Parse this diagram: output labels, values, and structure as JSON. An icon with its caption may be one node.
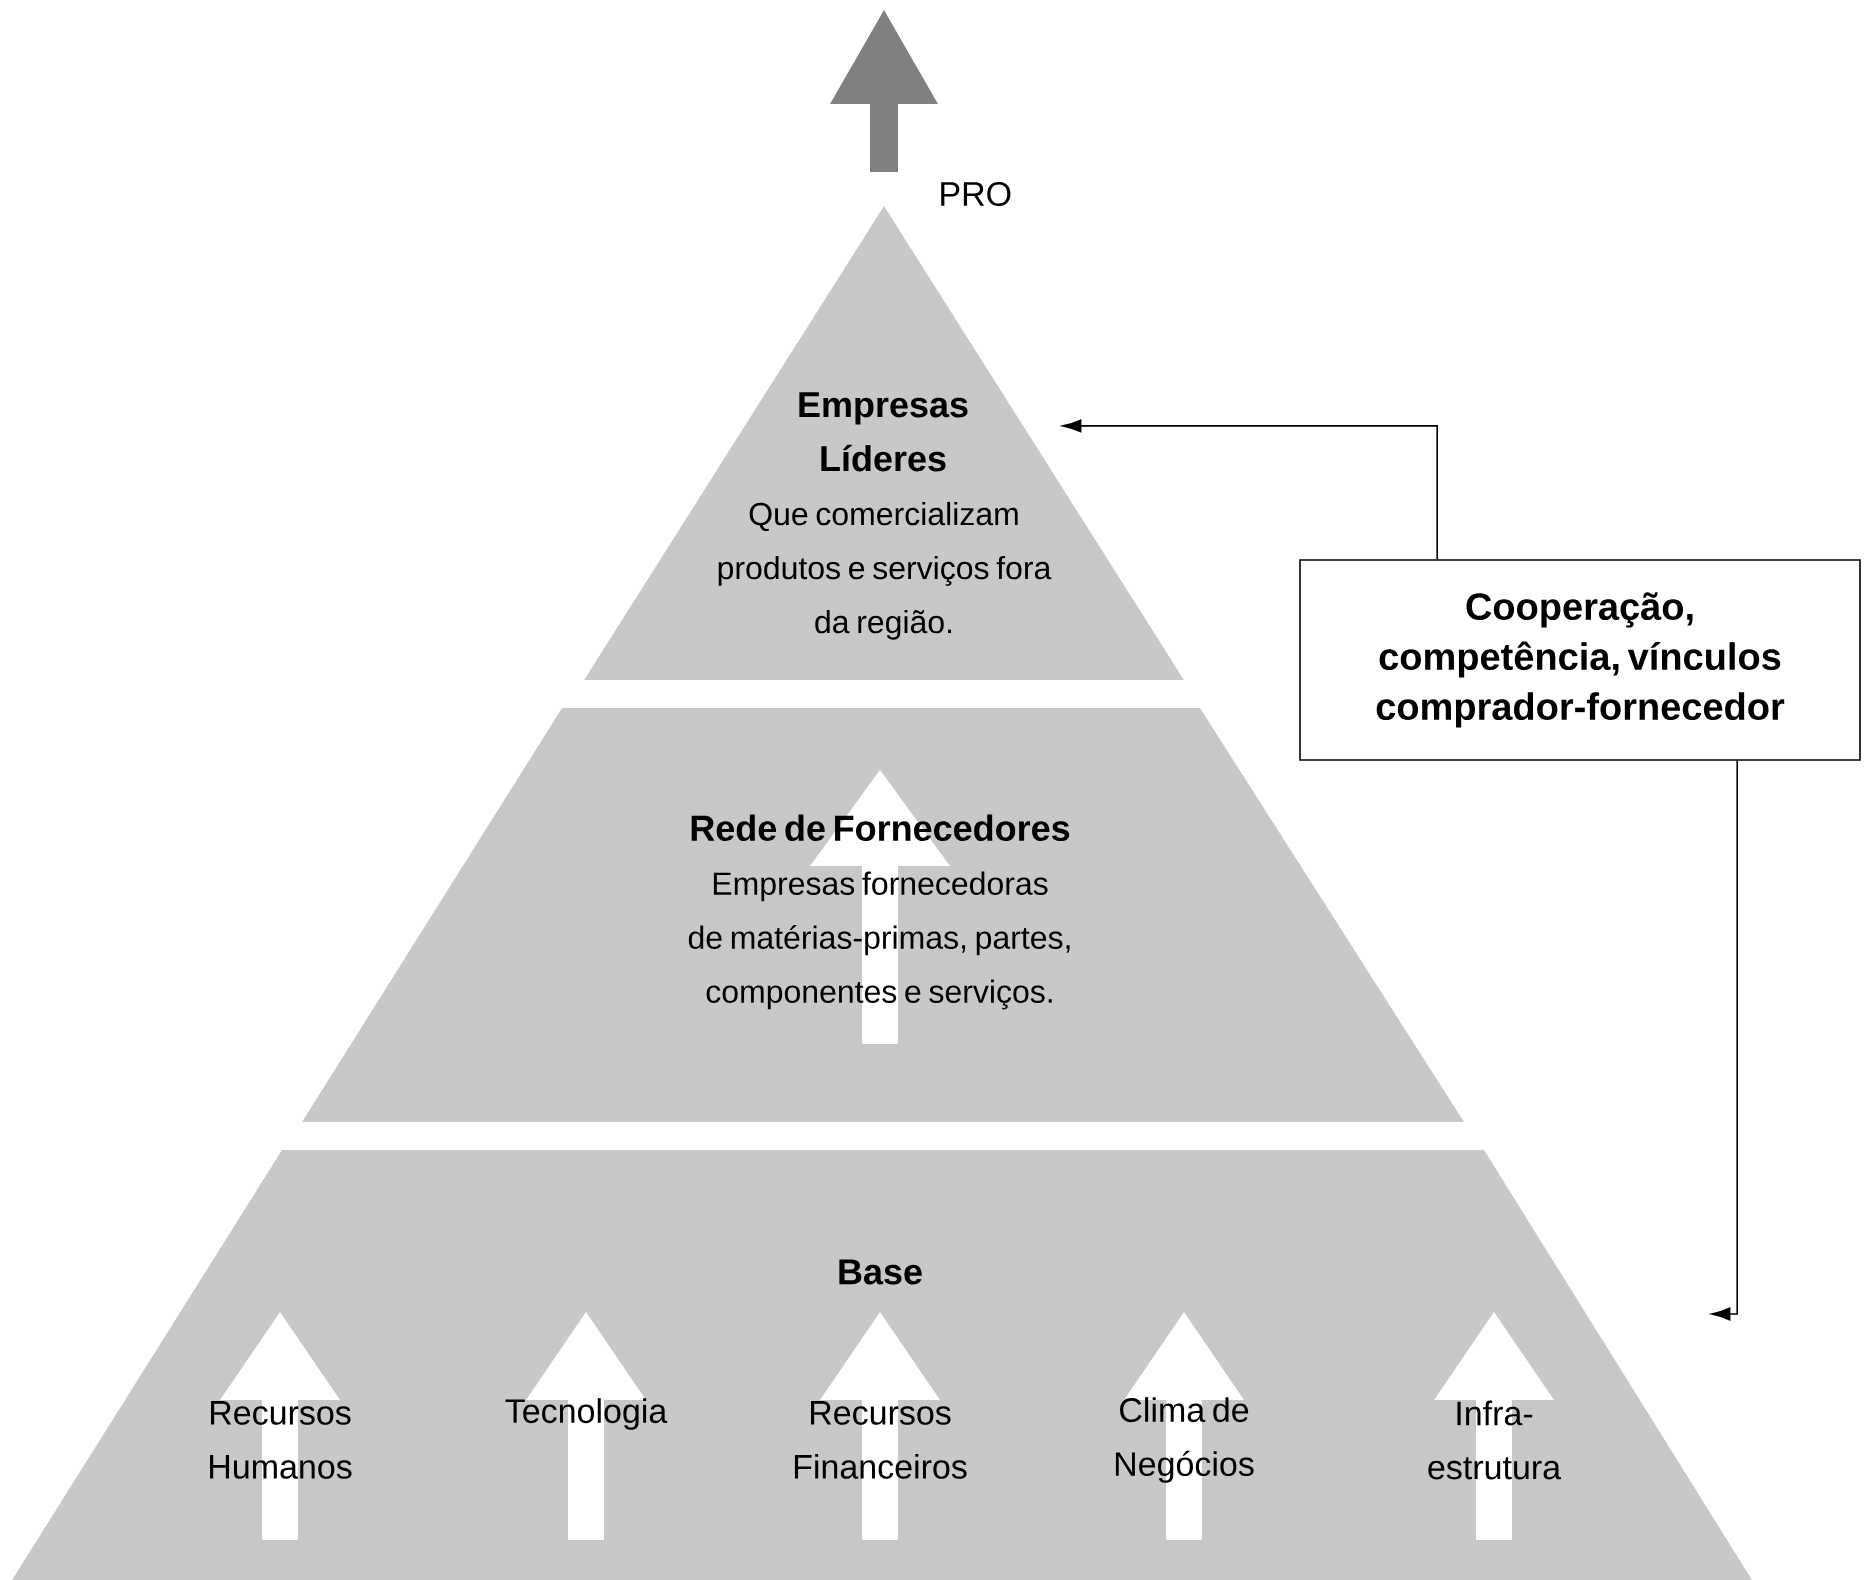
{
  "diagram": {
    "nodes": [
      {
        "text": [
          "Empresas Líderes",
          "Que comercializam produtos e serviços fora da região."
        ]
      },
      {
        "text": [
          "Rede de Fornecedores",
          "Empresas fornecedoras de matérias-primas, partes, componentes e serviços."
        ]
      },
      {
        "text": [
          "Base"
        ]
      },
      {
        "text": [
          "Recursos Humanos"
        ],
        "in": 2
      },
      {
        "text": [
          "Tecnologia"
        ],
        "in": 2
      },
      {
        "text": [
          "Recursos Financeiros"
        ],
        "in": 2
      },
      {
        "text": [
          "Clima de Negócios"
        ],
        "in": 2
      },
      {
        "text": [
          "Infra-estrutura"
        ],
        "in": 2
      },
      {
        "text": [
          "Cooperação, competência, vínculos comprador-fornecedor"
        ]
      }
    ],
    "edges": [
      {
        "from": 8,
        "to": 0,
        "arrow": "to"
      },
      {
        "from": 8,
        "to": 2,
        "arrow": "to"
      }
    ],
    "labels": [
      "PRO"
    ]
  }
}
